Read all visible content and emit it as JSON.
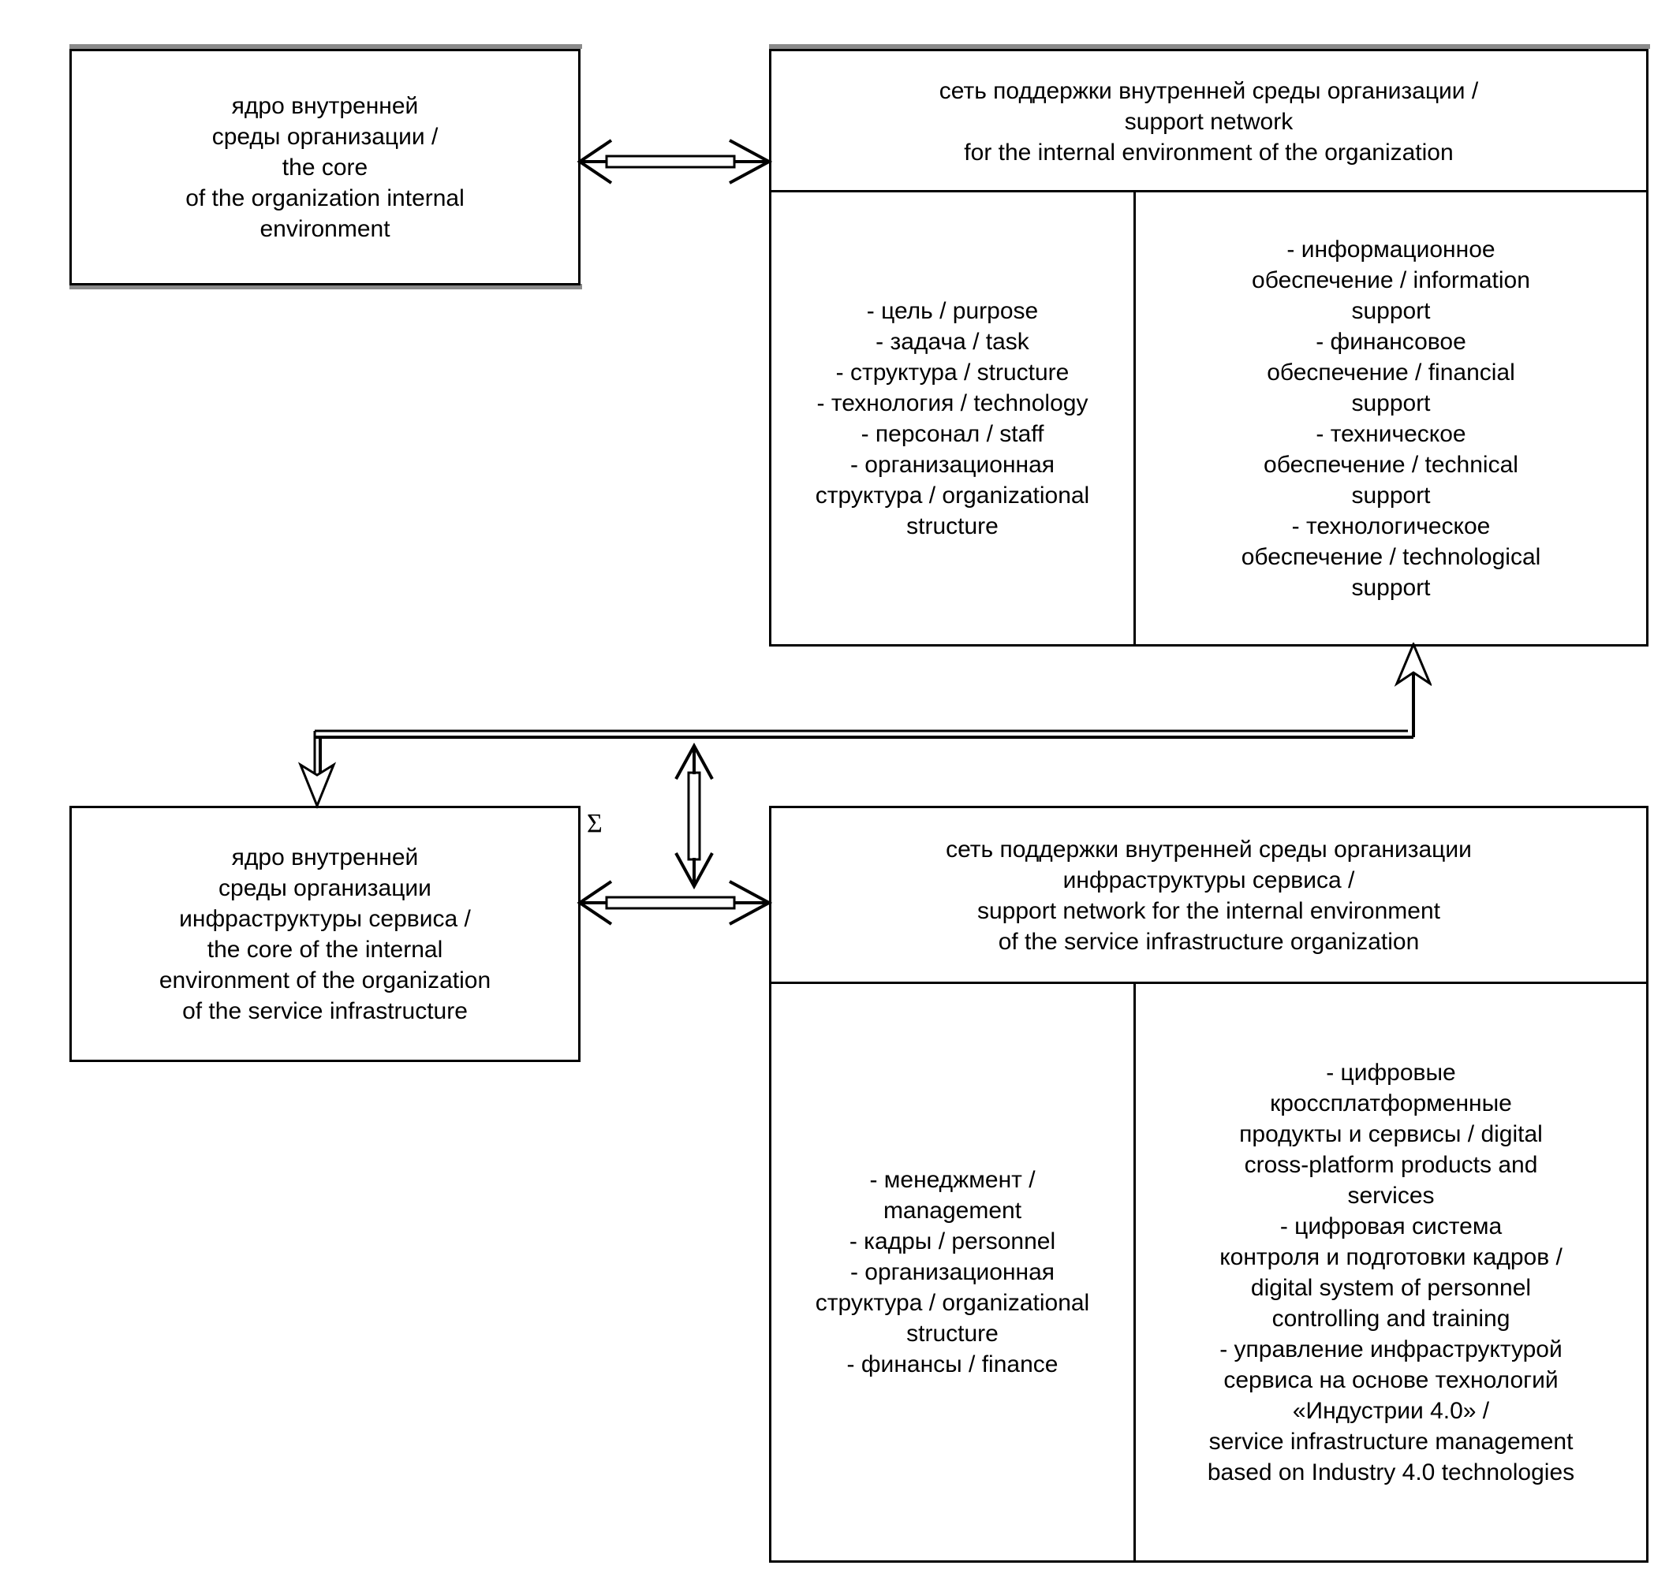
{
  "diagram": {
    "title_symbol": "Σ",
    "top_left_box": {
      "name": "core-of-organization-internal-environment",
      "lines": [
        "ядро внутренней",
        "среды организации /",
        "the core",
        "of the organization internal",
        "environment"
      ]
    },
    "top_right_box": {
      "name": "support-network-internal-environment",
      "header_lines": [
        "сеть поддержки внутренней среды организации /",
        "support network",
        "for the internal environment of the organization"
      ],
      "left_column_lines": [
        "- цель / purpose",
        "- задача / task",
        "- структура / structure",
        "- технология / technology",
        "- персонал / staff",
        "- организационная",
        "структура / organizational",
        "structure"
      ],
      "right_column_lines": [
        "- информационное",
        "обеспечение / information",
        "support",
        "- финансовое",
        "обеспечение / financial",
        "support",
        "- техническое",
        "обеспечение / technical",
        "support",
        "- технологическое",
        "обеспечение / technological",
        "support"
      ]
    },
    "bottom_left_box": {
      "name": "core-of-service-infrastructure-organization",
      "lines": [
        "ядро внутренней",
        "среды организации",
        "инфраструктуры сервиса /",
        "the core of the internal",
        "environment of the organization",
        "of the service infrastructure"
      ]
    },
    "bottom_right_box": {
      "name": "support-network-service-infrastructure",
      "header_lines": [
        "сеть поддержки внутренней среды организации",
        "инфраструктуры сервиса /",
        "support network for the internal environment",
        "of the service infrastructure organization"
      ],
      "left_column_lines": [
        "- менеджмент /",
        "management",
        "- кадры /  personnel",
        "- организационная",
        "структура / organizational",
        "structure",
        "- финансы / finance"
      ],
      "right_column_lines": [
        "- цифровые",
        "кроссплатформенные",
        "продукты и сервисы / digital",
        "cross-platform products and",
        "services",
        "- цифровая система",
        "контроля и подготовки кадров /",
        "digital system of personnel",
        "controlling and training",
        "- управление инфраструктурой",
        "сервиса на основе  технологий",
        "«Индустрии 4.0» /",
        "service infrastructure management",
        "based on Industry 4.0 technologies"
      ]
    },
    "connectors": {
      "top_bidirectional": "double-headed-arrow",
      "feedback_loop": "support-network-to-core-arrow",
      "vertical_bidirectional": "double-headed-arrow",
      "bottom_bidirectional": "double-headed-arrow"
    },
    "colors": {
      "line": "#000000",
      "shadow": "#8a8a8a",
      "background": "#ffffff"
    }
  }
}
